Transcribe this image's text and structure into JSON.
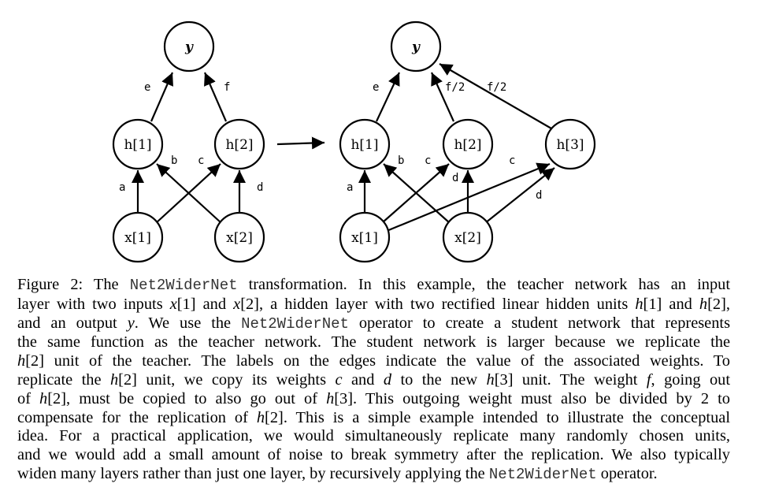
{
  "diagram": {
    "left": {
      "nodes": {
        "y": "y",
        "h1": "h[1]",
        "h2": "h[2]",
        "x1": "x[1]",
        "x2": "x[2]"
      },
      "edge_labels": {
        "e": "e",
        "f": "f",
        "a": "a",
        "b": "b",
        "c": "c",
        "d": "d"
      }
    },
    "right": {
      "nodes": {
        "y": "y",
        "h1": "h[1]",
        "h2": "h[2]",
        "h3": "h[3]",
        "x1": "x[1]",
        "x2": "x[2]"
      },
      "edge_labels": {
        "e": "e",
        "f2a": "f/2",
        "f2b": "f/2",
        "a": "a",
        "b": "b",
        "c1": "c",
        "d1": "d",
        "c2": "c",
        "d2": "d"
      }
    }
  },
  "caption": {
    "l1_a": "Figure 2: The ",
    "net2widernet": "Net2WiderNet",
    "l1_b": " transformation. In this example, the teacher network has an input",
    "l2_a": "layer with two inputs ",
    "x1": "x",
    "idx1": "[1]",
    "and": " and ",
    "idx2": "[2]",
    "l2_b": ", a hidden layer with two rectified linear hidden units ",
    "h": "h",
    "l3_a": "and an output ",
    "y": "y",
    "l3_b": ". We use the ",
    "l3_c": " operator to create a student network that represents",
    "l4": "the same function as the teacher network. The student network is larger because we replicate the",
    "l5_b": " unit of the teacher. The labels on the edges indicate the value of the associated weights. To",
    "l6_a": "replicate the ",
    "l6_b": " unit, we copy its weights ",
    "c": "c",
    "d": "d",
    "l6_c": " to the new ",
    "idx3": "[3]",
    "l6_d": " unit. The weight ",
    "f": "f",
    "l6_e": ", going out",
    "l7_a": "of ",
    "l7_b": ", must be copied to also go out of ",
    "l7_c": ". This outgoing weight must also be divided by 2 to",
    "l8_a": "compensate for the replication of ",
    "l8_b": ". This is a simple example intended to illustrate the conceptual",
    "l9": "idea. For a practical application, we would simultaneously replicate many randomly chosen units,",
    "l10": "and we would add a small amount of noise to break symmetry after the replication. We also typically",
    "l11_a": "widen many layers rather than just one layer, by recursively applying the ",
    "l11_b": " operator."
  }
}
